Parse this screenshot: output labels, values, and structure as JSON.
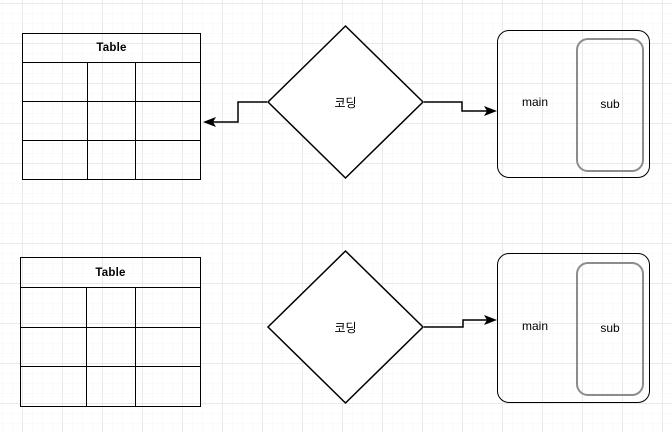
{
  "diagram": {
    "title": "",
    "background": "grid-paper",
    "colors": {
      "shape_stroke": "#000000",
      "sub_box_stroke": "#8c8c8c",
      "grid_major": "#e9e9e9",
      "grid_minor": "#fafafa",
      "canvas": "#ffffff"
    },
    "rows": [
      {
        "id": "row-top",
        "table": {
          "header": "Table",
          "columns": 3,
          "rows": 3,
          "cells": [
            [
              "",
              "",
              ""
            ],
            [
              "",
              "",
              ""
            ],
            [
              "",
              "",
              ""
            ]
          ]
        },
        "decision": {
          "label": "코딩"
        },
        "module": {
          "main_label": "main",
          "sub_label": "sub"
        },
        "connectors": [
          {
            "id": "decision-to-table",
            "direction": "left",
            "arrowhead": true
          },
          {
            "id": "decision-to-module",
            "direction": "right",
            "arrowhead": true
          }
        ]
      },
      {
        "id": "row-bottom",
        "table": {
          "header": "Table",
          "columns": 3,
          "rows": 3,
          "cells": [
            [
              "",
              "",
              ""
            ],
            [
              "",
              "",
              ""
            ],
            [
              "",
              "",
              ""
            ]
          ]
        },
        "decision": {
          "label": "코딩"
        },
        "module": {
          "main_label": "main",
          "sub_label": "sub"
        },
        "connectors": [
          {
            "id": "decision-to-module",
            "direction": "right",
            "arrowhead": true
          }
        ]
      }
    ]
  }
}
